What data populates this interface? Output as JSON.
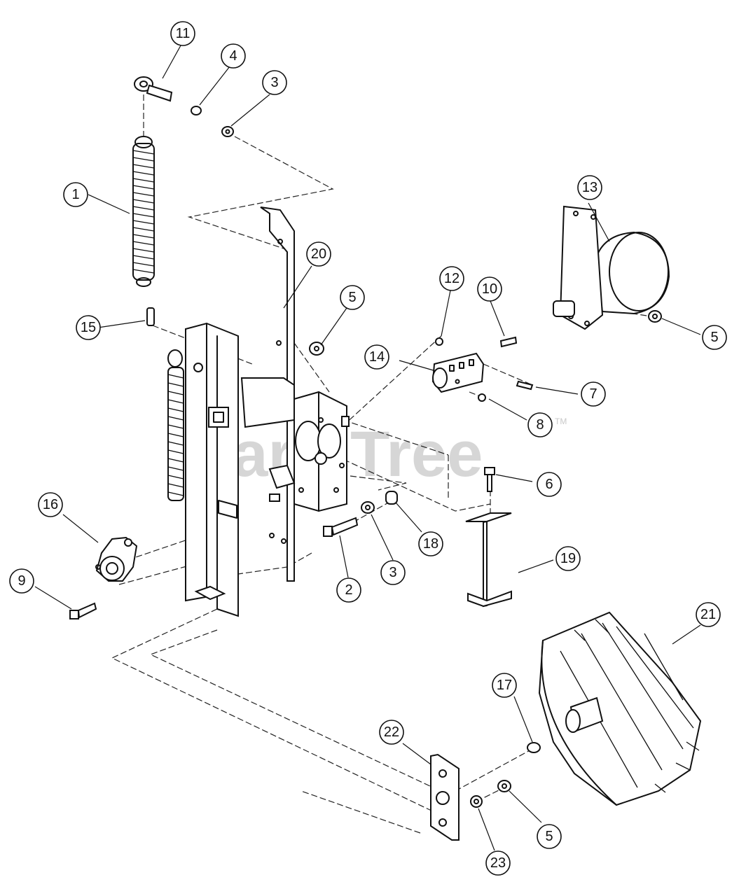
{
  "watermark": {
    "text": "PartsTree",
    "mark": "TM"
  },
  "callouts": [
    {
      "id": "callout-1",
      "label": "1"
    },
    {
      "id": "callout-2",
      "label": "2"
    },
    {
      "id": "callout-3-top",
      "label": "3"
    },
    {
      "id": "callout-3-bottom",
      "label": "3"
    },
    {
      "id": "callout-4",
      "label": "4"
    },
    {
      "id": "callout-5-bracket",
      "label": "5"
    },
    {
      "id": "callout-5-motor",
      "label": "5"
    },
    {
      "id": "callout-5-bottom",
      "label": "5"
    },
    {
      "id": "callout-6",
      "label": "6"
    },
    {
      "id": "callout-7",
      "label": "7"
    },
    {
      "id": "callout-8",
      "label": "8"
    },
    {
      "id": "callout-9",
      "label": "9"
    },
    {
      "id": "callout-10",
      "label": "10"
    },
    {
      "id": "callout-11",
      "label": "11"
    },
    {
      "id": "callout-12",
      "label": "12"
    },
    {
      "id": "callout-13",
      "label": "13"
    },
    {
      "id": "callout-14",
      "label": "14"
    },
    {
      "id": "callout-15",
      "label": "15"
    },
    {
      "id": "callout-16",
      "label": "16"
    },
    {
      "id": "callout-17",
      "label": "17"
    },
    {
      "id": "callout-18",
      "label": "18"
    },
    {
      "id": "callout-19",
      "label": "19"
    },
    {
      "id": "callout-20",
      "label": "20"
    },
    {
      "id": "callout-21",
      "label": "21"
    },
    {
      "id": "callout-22",
      "label": "22"
    },
    {
      "id": "callout-23",
      "label": "23"
    }
  ]
}
